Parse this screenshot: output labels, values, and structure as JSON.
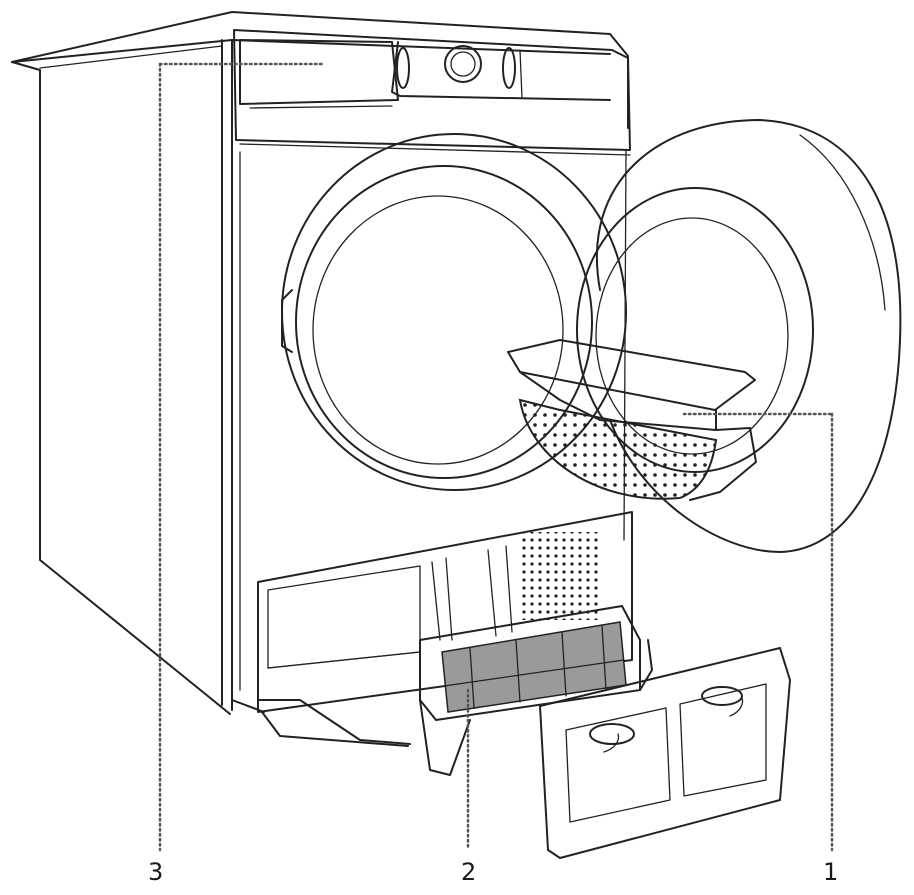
{
  "figure": {
    "subject": "tumble-dryer-exploded-view",
    "colors": {
      "line": "#222222",
      "fill": "#ffffff",
      "shade": "#9a9a9a",
      "leader": "#555555"
    }
  },
  "callouts": [
    {
      "id": "1",
      "label": "1",
      "points_to": "door-filter"
    },
    {
      "id": "2",
      "label": "2",
      "points_to": "heat-exchanger-filter"
    },
    {
      "id": "3",
      "label": "3",
      "points_to": "water-container-drawer"
    }
  ]
}
